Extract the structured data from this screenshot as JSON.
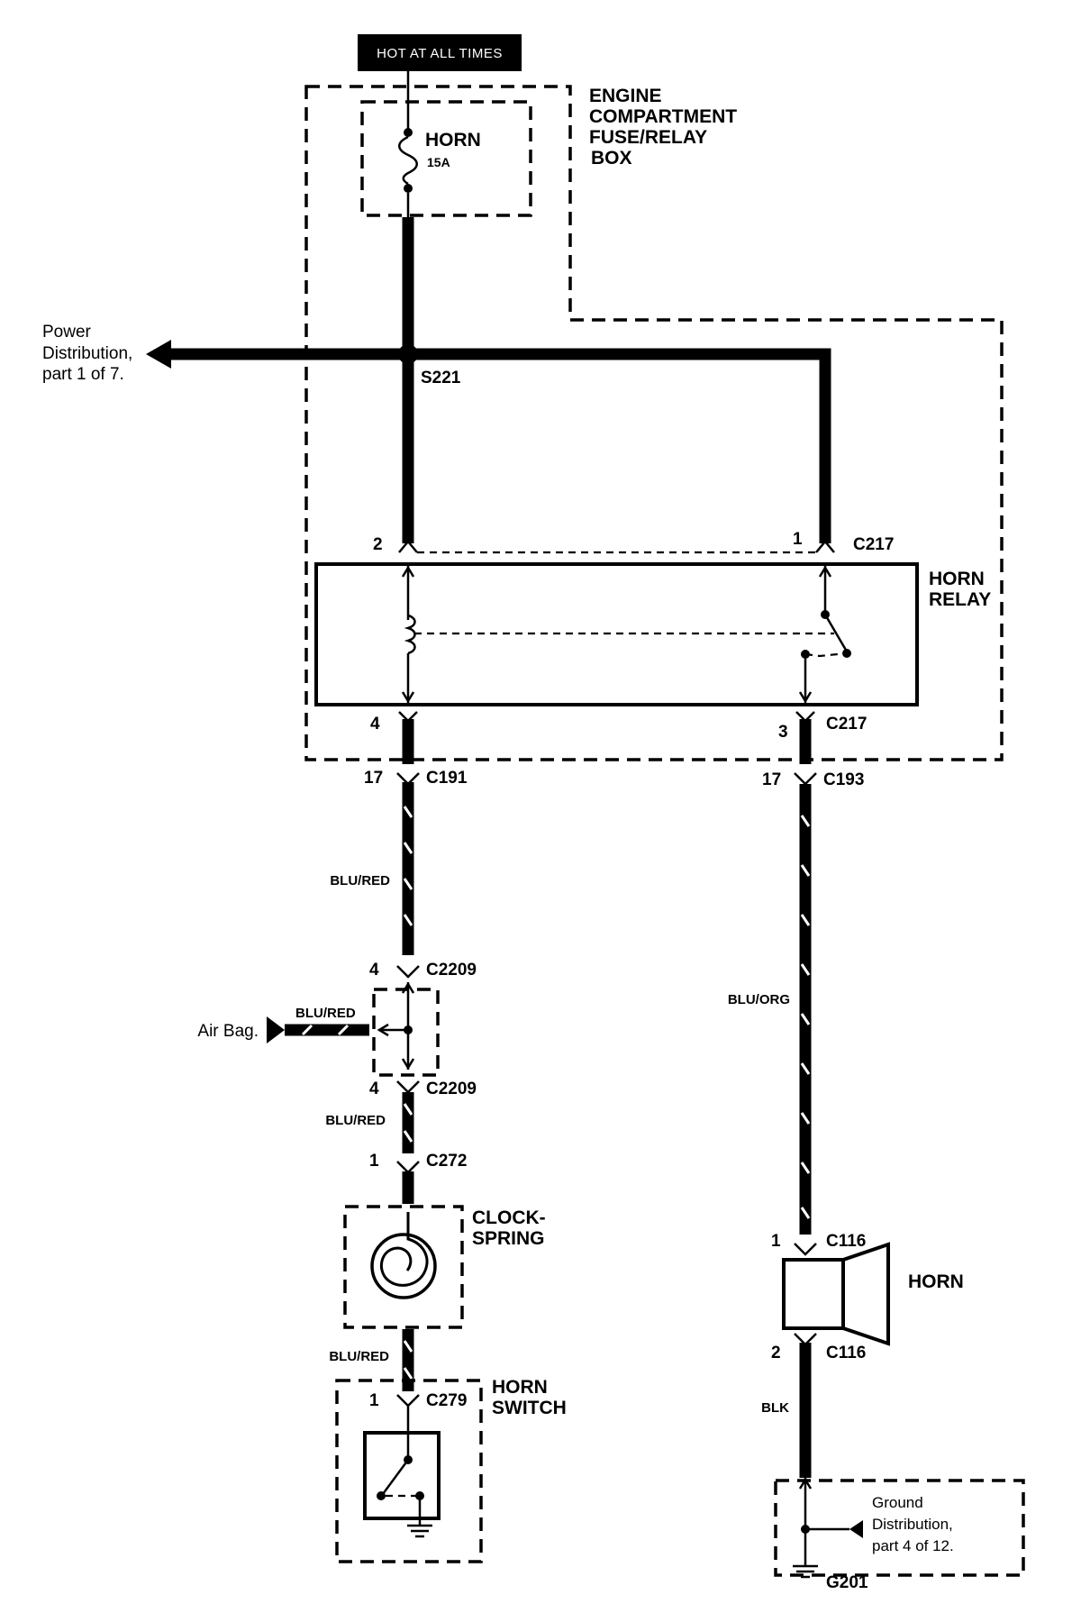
{
  "header": {
    "hot_label": "HOT AT ALL TIMES"
  },
  "fuse_box": {
    "title_line1": "ENGINE",
    "title_line2": "COMPARTMENT",
    "title_line3": "FUSE/RELAY",
    "title_line4": "BOX",
    "fuse_name": "HORN",
    "fuse_rating": "15A"
  },
  "power_distribution": {
    "line1": "Power",
    "line2": "Distribution,",
    "line3": "part 1 of 7."
  },
  "splice": {
    "label": "S221"
  },
  "relay": {
    "title_line1": "HORN",
    "title_line2": "RELAY",
    "pin2": "2",
    "pin1": "1",
    "pin4": "4",
    "pin3": "3",
    "connector_top": "C217",
    "connector_bottom": "C217"
  },
  "left_circuit": {
    "c191_pin": "17",
    "c191": "C191",
    "wire1_color": "BLU/RED",
    "c2209_top_pin": "4",
    "c2209_top": "C2209",
    "airbag_label": "Air Bag.",
    "airbag_wire_color": "BLU/RED",
    "c2209_bottom_pin": "4",
    "c2209_bottom": "C2209",
    "wire2_color": "BLU/RED",
    "c272_pin": "1",
    "c272": "C272",
    "clockspring_line1": "CLOCK-",
    "clockspring_line2": "SPRING",
    "wire3_color": "BLU/RED",
    "c279_pin": "1",
    "c279": "C279",
    "horn_switch_line1": "HORN",
    "horn_switch_line2": "SWITCH"
  },
  "right_circuit": {
    "c193_pin": "17",
    "c193": "C193",
    "wire1_color": "BLU/ORG",
    "c116_top_pin": "1",
    "c116_top": "C116",
    "horn_label": "HORN",
    "c116_bottom_pin": "2",
    "c116_bottom": "C116",
    "wire2_color": "BLK",
    "ground_line1": "Ground",
    "ground_line2": "Distribution,",
    "ground_line3": "part 4 of 12.",
    "ground_label": "G201"
  }
}
